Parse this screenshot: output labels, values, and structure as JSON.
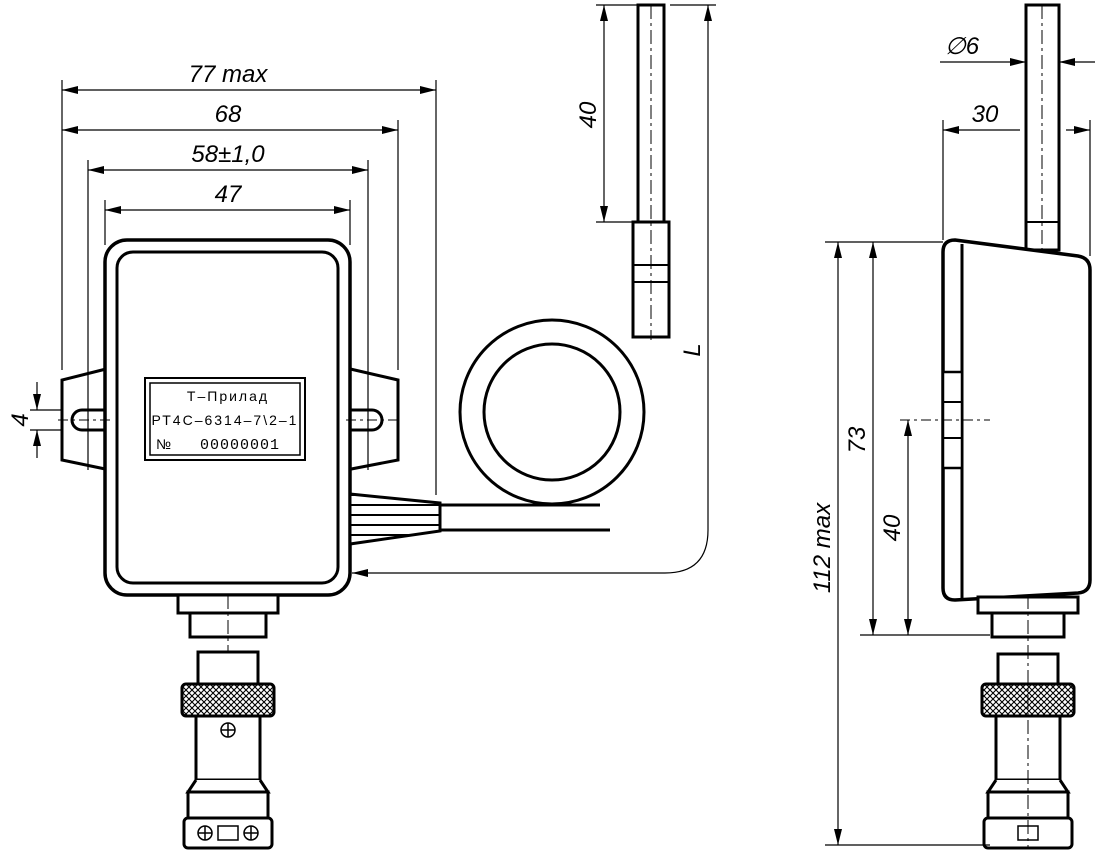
{
  "dimensions": {
    "width_max": "77 max",
    "mount_span": "68",
    "hole_spacing": "58±1,0",
    "body_width": "47",
    "slot_width": "4",
    "probe_tip_length": "40",
    "probe_length_label": "L",
    "probe_diameter": "∅6",
    "depth": "30",
    "height_max": "112 max",
    "probe_exit_height": "73",
    "mount_height": "40"
  },
  "nameplate": {
    "manufacturer": "Т–Прилад",
    "model": "РТ4С–6314–7\\2–1",
    "serial_label": "№",
    "serial_number": "00000001"
  }
}
